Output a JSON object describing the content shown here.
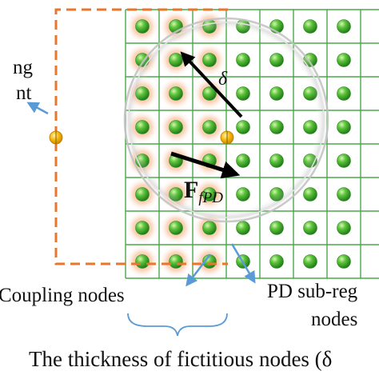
{
  "labels": {
    "left_partial_line1": "ng",
    "left_partial_line2": "nt",
    "delta": "δ",
    "force_main": "F",
    "force_sub": "fPD",
    "coupling_nodes": "Coupling nodes",
    "pd_subregion_line1": "PD sub-reg",
    "pd_subregion_line2": "nodes",
    "thickness_caption": "The thickness of fictitious nodes (δ"
  },
  "colors": {
    "grid_line": "#4aa84a",
    "node_green": "#3fae2e",
    "node_highlight": "#b6ec8f",
    "glow_orange": "#f28a45",
    "dashed_border": "#e8762c",
    "coupling_point": "#f2b200",
    "pointer_arrow": "#5b9bd5",
    "circle_outline": "#c4c4c4",
    "text": "#111111"
  },
  "icons": {
    "node": "green-sphere-icon",
    "coupling_point": "yellow-dot-icon"
  }
}
